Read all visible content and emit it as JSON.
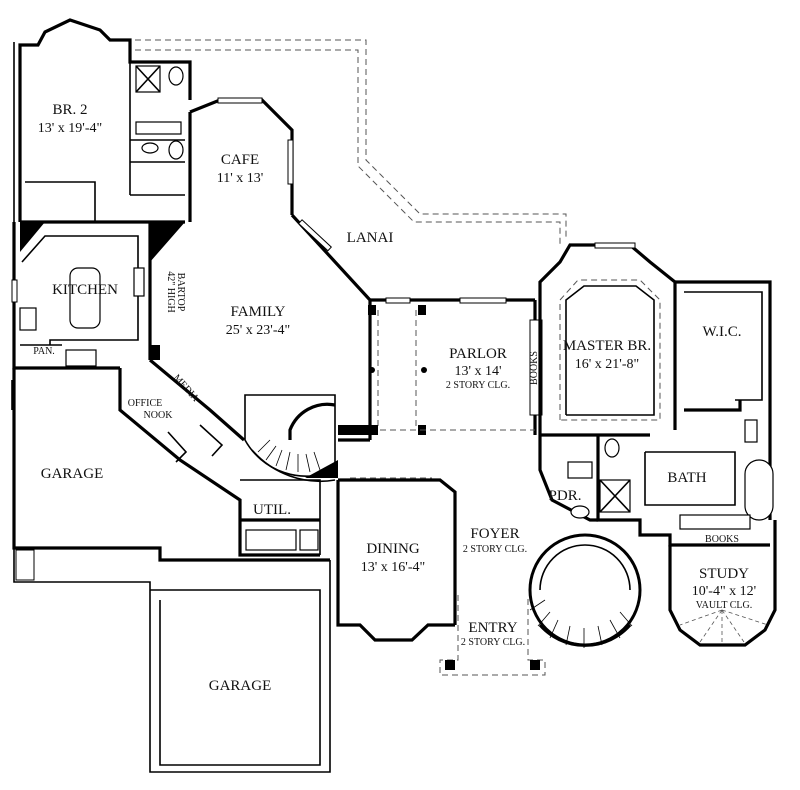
{
  "rooms": {
    "br2": {
      "name": "BR. 2",
      "dims": "13' x 19'-4\""
    },
    "cafe": {
      "name": "CAFE",
      "dims": "11' x 13'"
    },
    "lanai": {
      "name": "LANAI"
    },
    "kitchen": {
      "name": "KITCHEN"
    },
    "family": {
      "name": "FAMILY",
      "dims": "25' x 23'-4\""
    },
    "parlor": {
      "name": "PARLOR",
      "dims": "13' x 14'",
      "note": "2 STORY CLG."
    },
    "master": {
      "name": "MASTER BR.",
      "dims": "16' x 21'-8\""
    },
    "wic": {
      "name": "W.I.C."
    },
    "garage1": {
      "name": "GARAGE"
    },
    "util": {
      "name": "UTIL."
    },
    "dining": {
      "name": "DINING",
      "dims": "13' x 16'-4\""
    },
    "foyer": {
      "name": "FOYER",
      "note": "2 STORY CLG."
    },
    "pdr": {
      "name": "PDR."
    },
    "bath": {
      "name": "BATH"
    },
    "study": {
      "name": "STUDY",
      "dims": "10'-4\" x 12'",
      "note": "VAULT CLG."
    },
    "entry": {
      "name": "ENTRY",
      "note": "2 STORY CLG."
    },
    "garage2": {
      "name": "GARAGE"
    }
  },
  "labels": {
    "pan": "PAN.",
    "bartop_1": "42\" HIGH",
    "bartop_2": "BARTOP",
    "media": "MEDIA",
    "office_1": "OFFICE",
    "office_2": "NOOK",
    "books_parlor": "BOOKS",
    "books_study": "BOOKS"
  }
}
